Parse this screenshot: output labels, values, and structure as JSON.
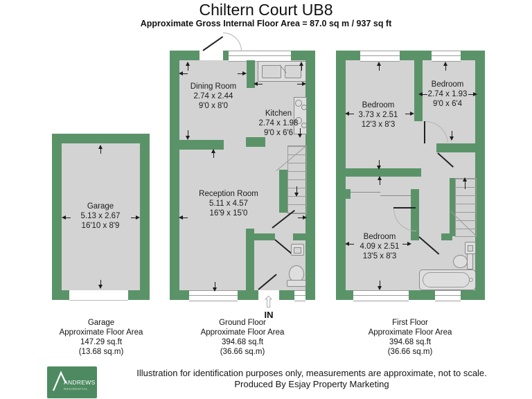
{
  "header": {
    "title": "Chiltern Court UB8",
    "subtitle": "Approximate Gross Internal Floor Area = 87.0 sq m / 937 sq ft"
  },
  "colors": {
    "wall_green": "#5B9369",
    "floor_gray": "#D3D3D3",
    "logo_green": "#4D8A61",
    "line_gray": "#9C9C9C"
  },
  "icons": {
    "entrance_arrow": "⇧"
  },
  "garage": {
    "room": {
      "name": "Garage",
      "metric": "5.13 x 2.67",
      "imperial": "16'10 x 8'9"
    },
    "caption": [
      "Garage",
      "Approximate Floor Area",
      "147.29 sq.ft",
      "(13.68 sq.m)"
    ]
  },
  "ground_floor": {
    "rooms": {
      "dining": {
        "name": "Dining Room",
        "metric": "2.74 x 2.44",
        "imperial": "9'0 x 8'0"
      },
      "kitchen": {
        "name": "Kitchen",
        "metric": "2.74 x 1.98",
        "imperial": "9'0 x 6'6"
      },
      "reception": {
        "name": "Reception Room",
        "metric": "5.11 x 4.57",
        "imperial": "16'9 x 15'0"
      }
    },
    "entrance_label": "IN",
    "caption": [
      "Ground Floor",
      "Approximate Floor Area",
      "394.68 sq.ft",
      "(36.66 sq.m)"
    ]
  },
  "first_floor": {
    "rooms": {
      "bedroom1": {
        "name": "Bedroom",
        "metric": "3.73 x 2.51",
        "imperial": "12'3 x 8'3"
      },
      "bedroom2": {
        "name": "Bedroom",
        "metric": "2.74 x 1.93",
        "imperial": "9'0 x 6'4"
      },
      "bedroom3": {
        "name": "Bedroom",
        "metric": "4.09 x 2.51",
        "imperial": "13'5 x 8'3"
      }
    },
    "caption": [
      "First Floor",
      "Approximate Floor Area",
      "394.68 sq.ft",
      "(36.66 sq.m)"
    ]
  },
  "footer": {
    "logo": {
      "brand": "ANDREWS",
      "subbrand": "RESIDENTIAL"
    },
    "line1": "Illustration for identification purposes only, measurements are approximate, not to scale.",
    "line2": "Produced By Esjay Property Marketing"
  }
}
